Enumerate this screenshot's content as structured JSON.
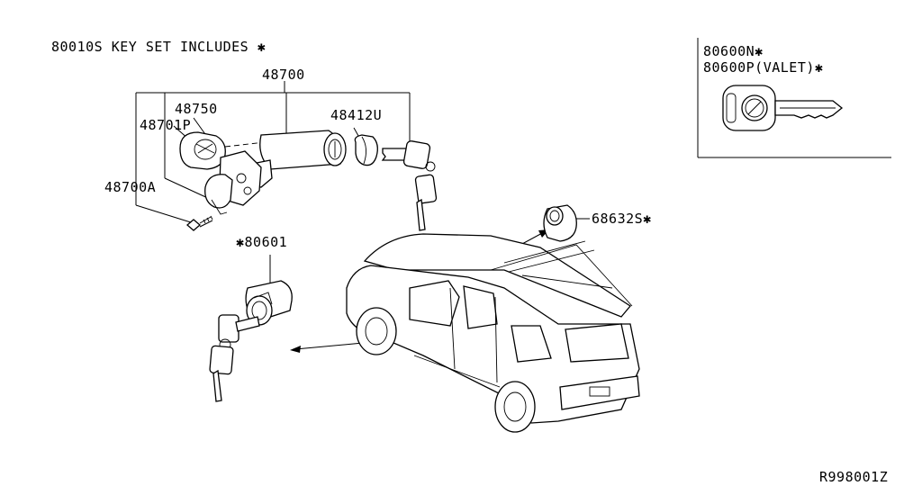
{
  "header": {
    "note": "80010S KEY SET INCLUDES ✱"
  },
  "inset": {
    "line1": "80600N✱",
    "line2": "80600P(VALET)✱"
  },
  "callouts": {
    "p48700": "48700",
    "p48750": "48750",
    "p48701P": "48701P",
    "p48412U": "48412U",
    "p48700A": "48700A",
    "p80601": "✱80601",
    "p68632S": "68632S✱"
  },
  "footer": {
    "ref": "R998001Z"
  }
}
